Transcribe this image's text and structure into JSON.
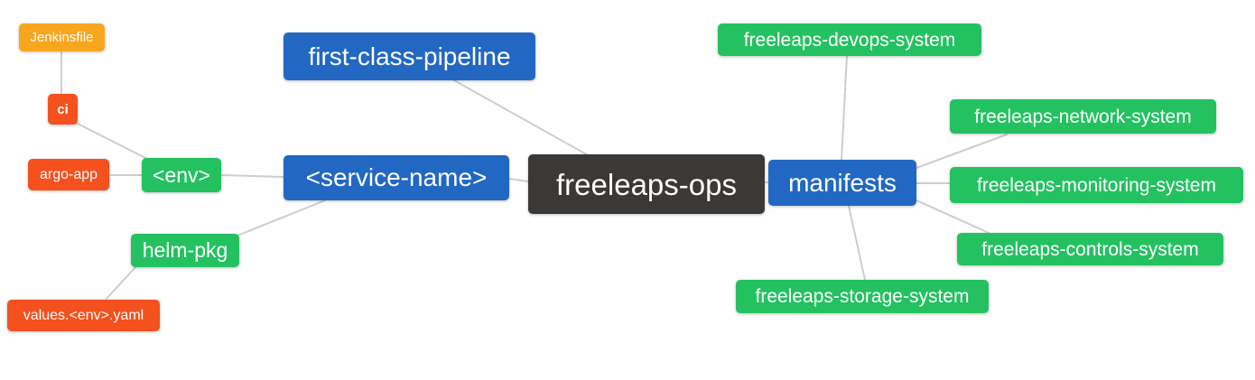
{
  "diagram": {
    "type": "mindmap",
    "background_color": "#ffffff",
    "edge_color": "#cdcdcd",
    "node_colors": {
      "root_dark": "#3b3836",
      "branch_blue": "#2268c3",
      "leaf_green": "#24c161",
      "leaf_orange": "#f8a61d",
      "leaf_red": "#f4511e"
    },
    "nodes": {
      "root": {
        "label": "freeleaps-ops"
      },
      "first_class_pipeline": {
        "label": "first-class-pipeline"
      },
      "service_name": {
        "label": "<service-name>"
      },
      "manifests": {
        "label": "manifests"
      },
      "env": {
        "label": "<env>"
      },
      "helm_pkg": {
        "label": "helm-pkg"
      },
      "ci": {
        "label": "ci"
      },
      "argo_app": {
        "label": "argo-app"
      },
      "jenkinsfile": {
        "label": "Jenkinsfile"
      },
      "values_env_yaml": {
        "label": "values.<env>.yaml"
      },
      "devops_system": {
        "label": "freeleaps-devops-system"
      },
      "network_system": {
        "label": "freeleaps-network-system"
      },
      "monitoring_system": {
        "label": "freeleaps-monitoring-system"
      },
      "controls_system": {
        "label": "freeleaps-controls-system"
      },
      "storage_system": {
        "label": "freeleaps-storage-system"
      }
    },
    "edges": [
      {
        "from": "jenkinsfile",
        "to": "ci"
      },
      {
        "from": "ci",
        "to": "env"
      },
      {
        "from": "argo_app",
        "to": "env"
      },
      {
        "from": "env",
        "to": "service_name"
      },
      {
        "from": "helm_pkg",
        "to": "service_name"
      },
      {
        "from": "values_env_yaml",
        "to": "helm_pkg"
      },
      {
        "from": "service_name",
        "to": "root"
      },
      {
        "from": "first_class_pipeline",
        "to": "root"
      },
      {
        "from": "root",
        "to": "manifests"
      },
      {
        "from": "manifests",
        "to": "devops_system"
      },
      {
        "from": "manifests",
        "to": "network_system"
      },
      {
        "from": "manifests",
        "to": "monitoring_system"
      },
      {
        "from": "manifests",
        "to": "controls_system"
      },
      {
        "from": "manifests",
        "to": "storage_system"
      }
    ]
  }
}
